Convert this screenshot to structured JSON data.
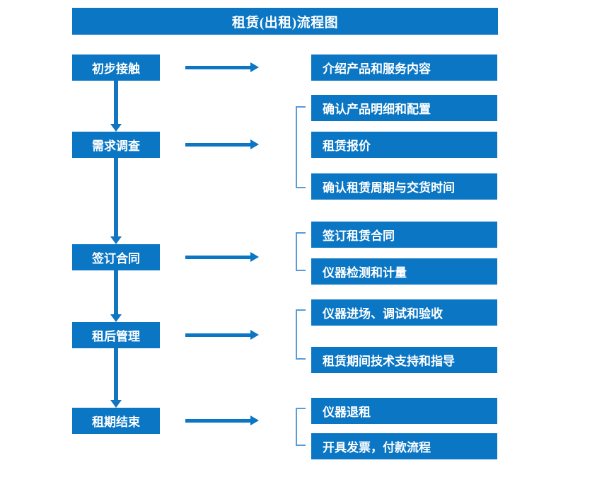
{
  "chart_data": {
    "type": "diagram",
    "title": "租赁(出租)流程图",
    "stages": [
      {
        "label": "初步接触",
        "details": [
          "介绍产品和服务内容"
        ]
      },
      {
        "label": "需求调查",
        "details": [
          "确认产品明细和配置",
          "租赁报价",
          "确认租赁周期与交货时间"
        ]
      },
      {
        "label": "签订合同",
        "details": [
          "签订租赁合同",
          "仪器检测和计量"
        ]
      },
      {
        "label": "租后管理",
        "details": [
          "仪器进场、调试和验收",
          "租赁期间技术支持和指导"
        ]
      },
      {
        "label": "租期结束",
        "details": [
          "仪器退租",
          "开具发票，付款流程"
        ]
      }
    ]
  },
  "diagram": {
    "title": "租赁(出租)流程图",
    "accent_color": "#0a76c4",
    "bracket_color": "#5b9bd5",
    "stages": [
      {
        "id": "stage-1",
        "label": "初步接触"
      },
      {
        "id": "stage-2",
        "label": "需求调查"
      },
      {
        "id": "stage-3",
        "label": "签订合同"
      },
      {
        "id": "stage-4",
        "label": "租后管理"
      },
      {
        "id": "stage-5",
        "label": "租期结束"
      }
    ],
    "details": [
      {
        "id": "detail-1",
        "label": "介绍产品和服务内容"
      },
      {
        "id": "detail-2",
        "label": "确认产品明细和配置"
      },
      {
        "id": "detail-3",
        "label": "租赁报价"
      },
      {
        "id": "detail-4",
        "label": "确认租赁周期与交货时间"
      },
      {
        "id": "detail-5",
        "label": "签订租赁合同"
      },
      {
        "id": "detail-6",
        "label": "仪器检测和计量"
      },
      {
        "id": "detail-7",
        "label": "仪器进场、调试和验收"
      },
      {
        "id": "detail-8",
        "label": "租赁期间技术支持和指导"
      },
      {
        "id": "detail-9",
        "label": "仪器退租"
      },
      {
        "id": "detail-10",
        "label": "开具发票，付款流程"
      }
    ]
  }
}
